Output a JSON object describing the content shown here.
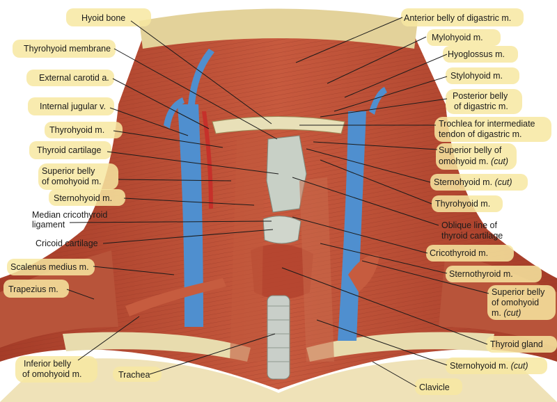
{
  "labels": {
    "hyoid_bone": "Hyoid bone",
    "thyrohyoid_membrane": "Thyrohyoid membrane",
    "external_carotid": "External carotid a.",
    "internal_jugular": "Internal jugular v.",
    "thyrohyoid_left": "Thyrohyoid m.",
    "thyroid_cartilage": "Thyroid cartilage",
    "superior_belly_left_1": "Superior belly",
    "superior_belly_left_2": "of omohyoid m.",
    "sternohyoid_left": "Sternohyoid m.",
    "median_cricothyroid_1": "Median cricothyroid",
    "median_cricothyroid_2": "ligament",
    "cricoid_cartilage": "Cricoid cartilage",
    "scalenus_medius": "Scalenus medius m.",
    "trapezius": "Trapezius m.",
    "inferior_belly_1": "Inferior belly",
    "inferior_belly_2": "of omohyoid m.",
    "trachea": "Trachea",
    "anterior_belly": "Anterior belly of digastric m.",
    "mylohyoid": "Mylohyoid m.",
    "hyoglossus": "Hyoglossus m.",
    "stylohyoid": "Stylohyoid m.",
    "posterior_belly_1": "Posterior belly",
    "posterior_belly_2": "of digastric m.",
    "trochlea_1": "Trochlea for intermediate",
    "trochlea_2": "tendon of digastric m.",
    "superior_belly_right_1": "Superior belly of",
    "superior_belly_right_2": "omohyoid m.",
    "superior_belly_right_cut": "(cut)",
    "sternohyoid_right": "Sternohyoid m.",
    "sternohyoid_right_cut": "(cut)",
    "thyrohyoid_right": "Thyrohyoid m.",
    "oblique_line_1": "Oblique line of",
    "oblique_line_2": "thyroid cartilage",
    "cricothyroid": "Cricothyroid m.",
    "sternothyroid": "Sternothyroid m.",
    "superior_belly_cut_1": "Superior belly",
    "superior_belly_cut_2": "of omohyoid",
    "superior_belly_cut_3": "m.",
    "superior_belly_cut_4": "(cut)",
    "thyroid_gland": "Thyroid gland",
    "sternohyoid_cut": "Sternohyoid m.",
    "sternohyoid_cut_suffix": "(cut)",
    "clavicle": "Clavicle"
  },
  "colors": {
    "muscle": "#b54a33",
    "muscle_dark": "#8a2f1f",
    "vein": "#4f8fcf",
    "artery": "#c6302a",
    "cartilage": "#c9cfc9",
    "bone": "#e6d9a8",
    "highlight": "#f7e7a1"
  }
}
